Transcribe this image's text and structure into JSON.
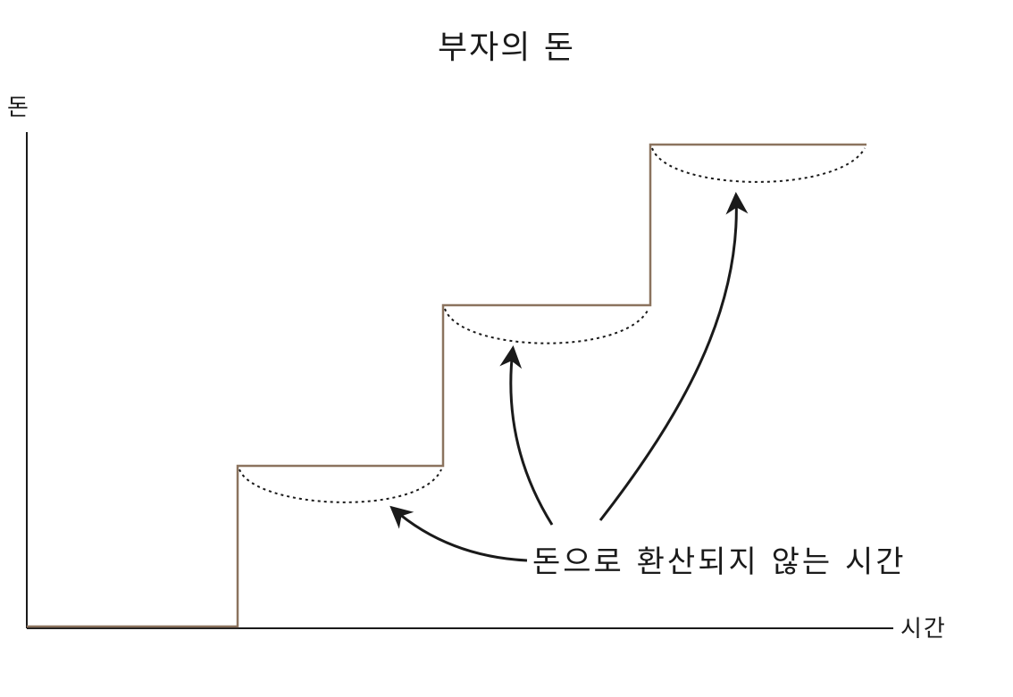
{
  "title": "부자의 돈",
  "axes": {
    "y_label": "돈",
    "x_label": "시간"
  },
  "annotation": {
    "text": "돈으로 환산되지 않는 시간"
  },
  "colors": {
    "staircase": "#8b735e",
    "axis": "#1a1a1a",
    "dotted_curve": "#1a1a1a",
    "arrow": "#1a1a1a"
  }
}
